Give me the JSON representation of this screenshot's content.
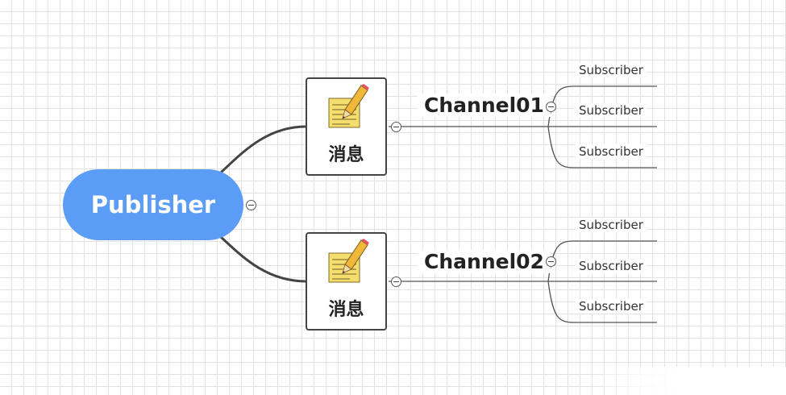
{
  "root": {
    "label": "Publisher"
  },
  "branches": [
    {
      "message_label": "消息",
      "channel_label": "Channel01",
      "subscribers": [
        "Subscriber",
        "Subscriber",
        "Subscriber"
      ]
    },
    {
      "message_label": "消息",
      "channel_label": "Channel02",
      "subscribers": [
        "Subscriber",
        "Subscriber",
        "Subscriber"
      ]
    }
  ],
  "colors": {
    "root_fill": "#5b9cf6",
    "connector": "#444444",
    "note_paper": "#f6de6e",
    "pencil": "#f0b83a"
  },
  "icons": {
    "message_node": "note-pencil-icon",
    "collapse": "collapse-minus-icon"
  }
}
